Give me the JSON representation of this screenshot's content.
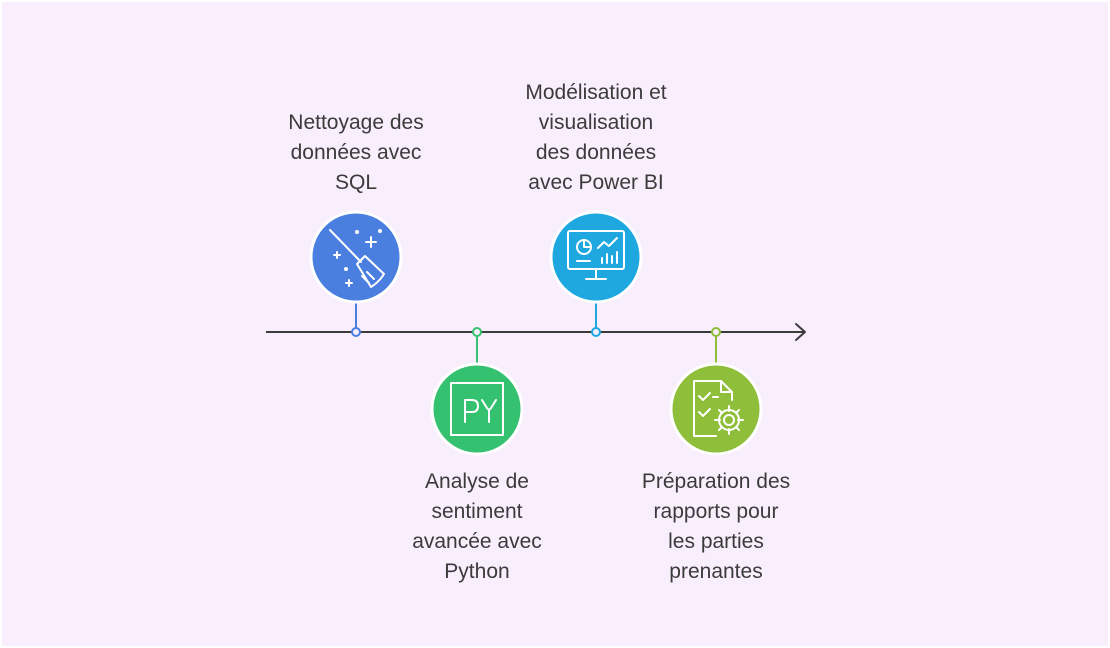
{
  "colors": {
    "background": "#f9eefc",
    "axis": "#3b3b3b",
    "step1": "#4a7fe0",
    "step2": "#35c270",
    "step3": "#1fa8e0",
    "step4": "#8fbf3a"
  },
  "steps": [
    {
      "label": "Nettoyage des\ndonnées avec\nSQL",
      "icon": "broom-sparkle-icon"
    },
    {
      "label": "Analyse de\nsentiment\navancée avec\nPython",
      "icon": "python-py-icon"
    },
    {
      "label": "Modélisation et\nvisualisation\ndes données\navec Power BI",
      "icon": "dashboard-monitor-icon"
    },
    {
      "label": "Préparation des\nrapports pour\nles parties\nprenantes",
      "icon": "checklist-gear-icon"
    }
  ]
}
